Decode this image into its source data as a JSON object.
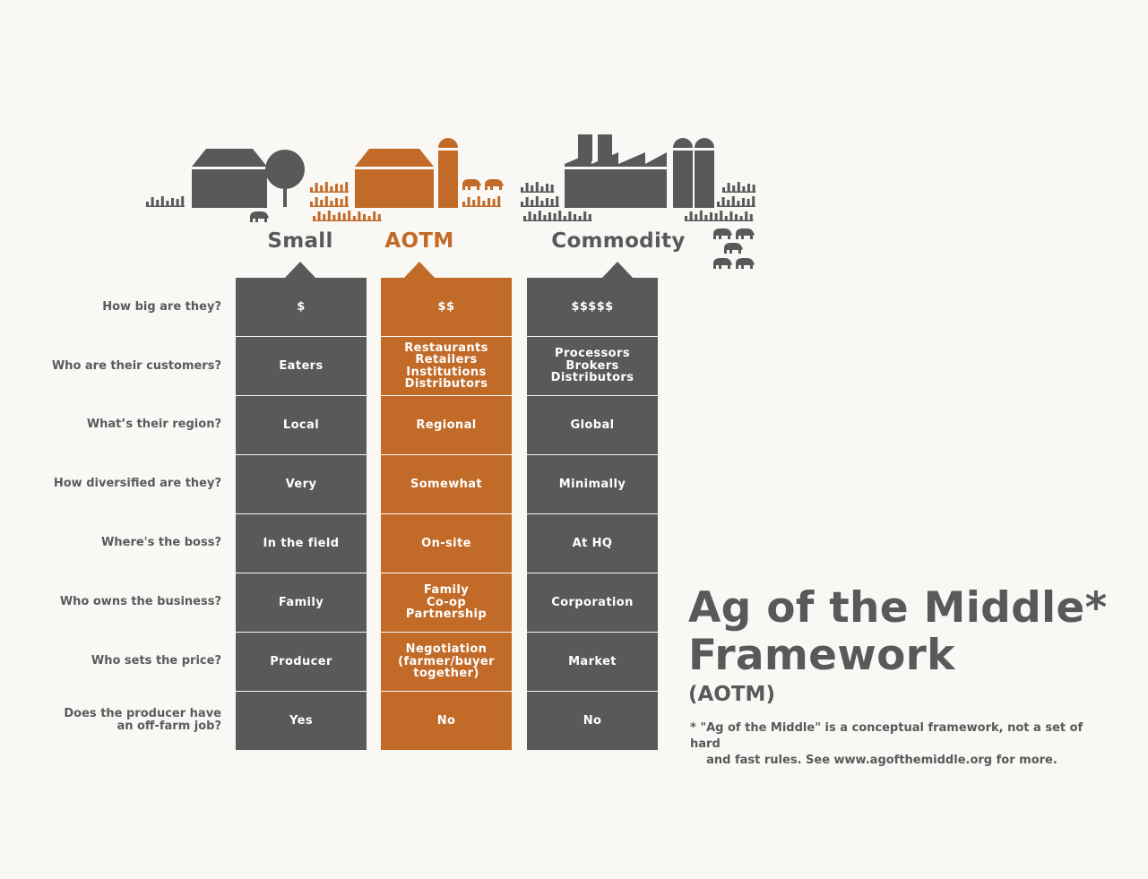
{
  "colors": {
    "gray": "#58595b",
    "orange": "#c26b29",
    "background": "#f9f8f4"
  },
  "columns": [
    {
      "title": "Small",
      "values": [
        "$",
        "Eaters",
        "Local",
        "Very",
        "In the field",
        "Family",
        "Producer",
        "Yes"
      ]
    },
    {
      "title": "AOTM",
      "values": [
        "$$",
        "Restaurants\nRetailers\nInstitutions\nDistributors",
        "Regional",
        "Somewhat",
        "On-site",
        "Family\nCo-op\nPartnership",
        "Negotiation\n(farmer/buyer\ntogether)",
        "No"
      ]
    },
    {
      "title": "Commodity",
      "values": [
        "$$$$$",
        "Processors\nBrokers\nDistributors",
        "Global",
        "Minimally",
        "At HQ",
        "Corporation",
        "Market",
        "No"
      ]
    }
  ],
  "rows": [
    "How big are they?",
    "Who are their customers?",
    "What’s their region?",
    "How diversified are they?",
    "Where's the boss?",
    "Who owns the business?",
    "Who sets the price?",
    "Does the producer have\nan off-farm job?"
  ],
  "title": {
    "line1": "Ag of the Middle*",
    "line2": "Framework",
    "abbr": "(AOTM)"
  },
  "footnote": "* \"Ag of the Middle\" is a conceptual framework, not a set of hard\n    and fast rules. See www.agofthemiddle.org for more.",
  "icons": [
    "barn-icon",
    "tree-icon",
    "silo-icon",
    "factory-icon",
    "crop-row-icon",
    "pig-icon"
  ]
}
